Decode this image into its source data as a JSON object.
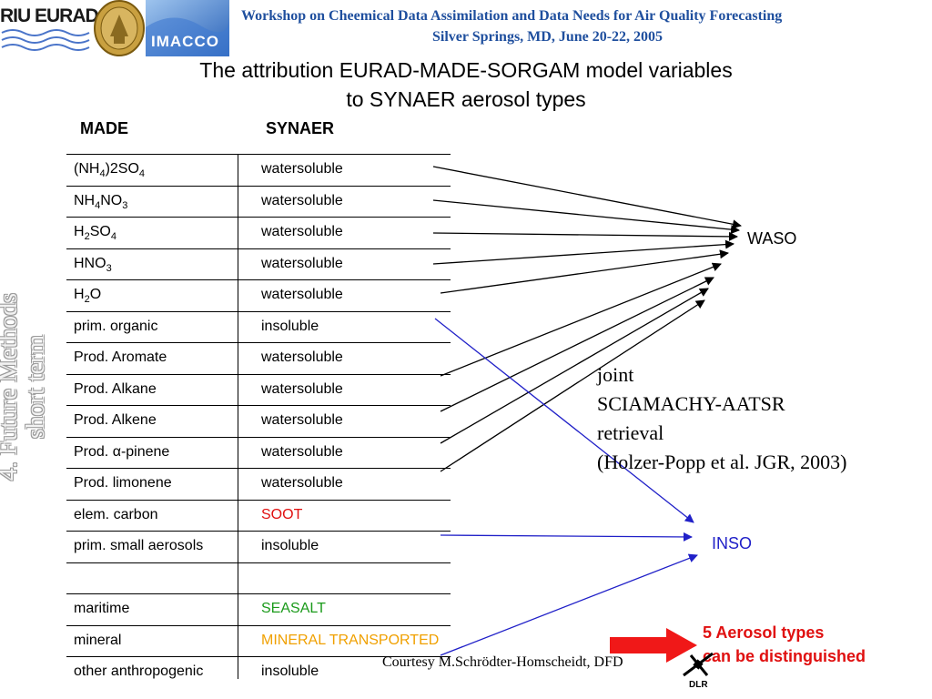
{
  "header": {
    "logo_text": "RIU EURAD",
    "partner_logo_text": "IMACCO",
    "line1": "Workshop on Cheemical Data Assimilation and Data Needs for Air Quality Forecasting",
    "line2": "Silver Springs, MD, June 20-22, 2005"
  },
  "title": {
    "line1": "The attribution EURAD-MADE-SORGAM model variables",
    "line2": "to SYNAER aerosol types"
  },
  "columns": {
    "made": "MADE",
    "synaer": "SYNAER"
  },
  "side_text": {
    "line1": "4. Future Methods",
    "line2": "short term"
  },
  "rows": [
    {
      "made": "(NH4)2SO4",
      "synaer": "watersoluble"
    },
    {
      "made": "NH4NO3",
      "synaer": "watersoluble"
    },
    {
      "made": "H2SO4",
      "synaer": "watersoluble"
    },
    {
      "made": "HNO3",
      "synaer": "watersoluble"
    },
    {
      "made": "H2O",
      "synaer": "watersoluble"
    },
    {
      "made": "prim. organic",
      "synaer": "insoluble"
    },
    {
      "made": "Prod. Aromate",
      "synaer": "watersoluble"
    },
    {
      "made": "Prod. Alkane",
      "synaer": "watersoluble"
    },
    {
      "made": "Prod. Alkene",
      "synaer": "watersoluble"
    },
    {
      "made": "Prod. α-pinene",
      "synaer": "watersoluble"
    },
    {
      "made": "Prod. limonene",
      "synaer": "watersoluble"
    },
    {
      "made": "elem. carbon",
      "synaer": "SOOT"
    },
    {
      "made": "prim. small aerosols",
      "synaer": "insoluble"
    },
    {
      "made": "",
      "synaer": ""
    },
    {
      "made": "maritime",
      "synaer": "SEASALT"
    },
    {
      "made": "mineral",
      "synaer": "MINERAL TRANSPORTED"
    },
    {
      "made": "other anthropogenic",
      "synaer": "insoluble"
    }
  ],
  "targets": {
    "waso": "WASO",
    "inso": "INSO"
  },
  "note": {
    "line1": "joint",
    "line2": "SCIAMACHY-AATSR",
    "line3": "retrieval",
    "line4": "(Holzer-Popp et al. JGR, 2003)"
  },
  "summary": {
    "line1": "5 Aerosol types",
    "line2": "can be distinguished"
  },
  "courtesy": "Courtesy M.Schrödter-Homscheidt, DFD",
  "footer_logo_text": "DLR",
  "colors": {
    "header_blue": "#1f4f9e",
    "soot": "#e01010",
    "seasalt": "#1a9a1a",
    "mineral": "#f0a000",
    "inso_blue": "#2020c8",
    "summary_red": "#e01010"
  }
}
